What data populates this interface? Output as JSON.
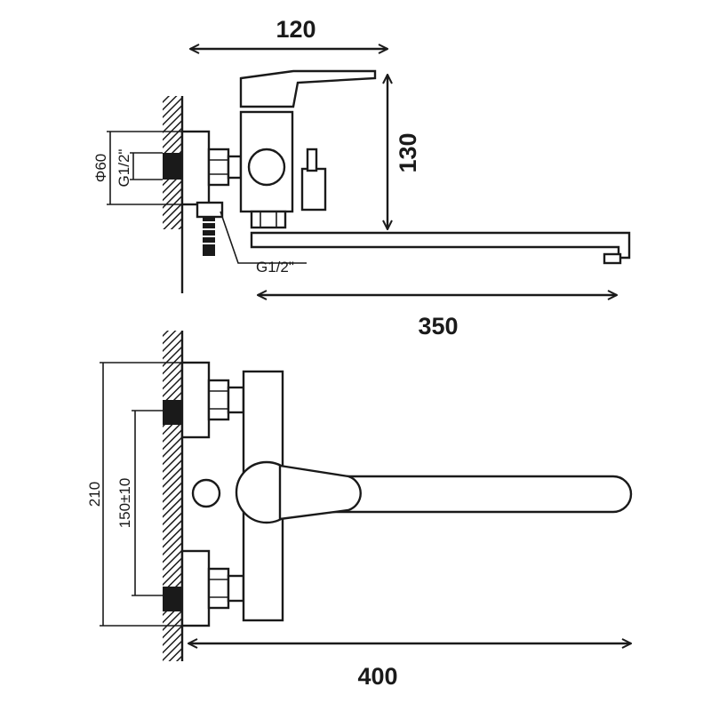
{
  "dimensions": {
    "top_width": "120",
    "top_height": "130",
    "spout_length": "350",
    "wall_flange_diameter": "Φ60",
    "inlet_thread": "G1/2\"",
    "outlet_thread": "G1/2\"",
    "front_height": "210",
    "inlet_spacing": "150±10",
    "front_total_width": "400"
  },
  "colors": {
    "line": "#1a1a1a",
    "background": "#ffffff"
  }
}
